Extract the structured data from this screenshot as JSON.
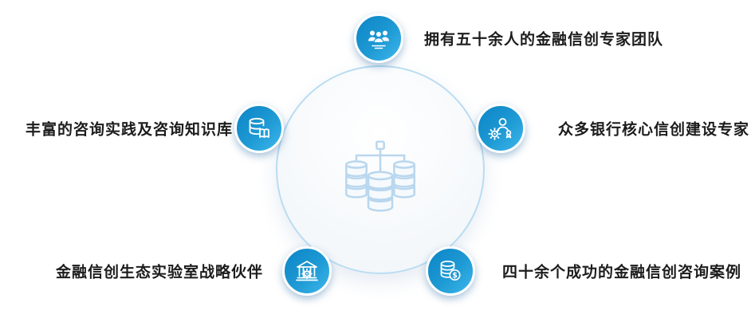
{
  "diagram": {
    "type": "radial-feature-infographic",
    "center": {
      "icon": "database-cluster-icon"
    },
    "items": [
      {
        "icon": "team-people-icon",
        "label": "拥有五十余人的金融信创专家团队",
        "position": "top",
        "label_side": "right"
      },
      {
        "icon": "database-open-book-icon",
        "label": "丰富的咨询实践及咨询知识库",
        "position": "upper-left",
        "label_side": "left"
      },
      {
        "icon": "expert-gear-medal-icon",
        "label": "众多银行核心信创建设专家",
        "position": "upper-right",
        "label_side": "right"
      },
      {
        "icon": "bank-building-gear-icon",
        "label": "金融信创生态实验室战略伙伴",
        "position": "lower-left",
        "label_side": "left"
      },
      {
        "icon": "coin-stack-dollar-icon",
        "label": "四十余个成功的金融信创咨询案例",
        "position": "lower-right",
        "label_side": "right"
      }
    ],
    "colors": {
      "node_gradient_start": "#0c84c6",
      "node_gradient_end": "#3eb7ec",
      "circle_border": "#b9dcf2",
      "circle_fill": "#f5f9fc",
      "center_icon_stroke": "#b9d7ee",
      "label_text": "#1c1c1c",
      "icon_foreground": "#ffffff"
    }
  }
}
